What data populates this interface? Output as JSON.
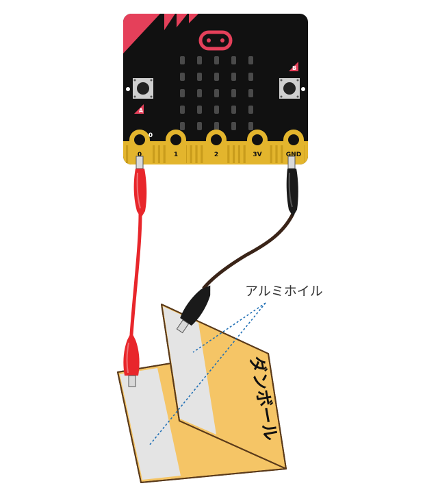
{
  "board": {
    "pins": [
      {
        "label": "0"
      },
      {
        "label": "1"
      },
      {
        "label": "2"
      },
      {
        "label": "3V"
      },
      {
        "label": "GND"
      }
    ],
    "pin0_side_label": "0",
    "button_a_label": "A",
    "button_b_label": "B"
  },
  "callout": {
    "label": "アルミホイル"
  },
  "cardboard": {
    "label": "ダンボール"
  },
  "colors": {
    "board_black": "#111111",
    "board_red": "#e5405a",
    "gold": "#e3b52d",
    "wire_red": "#e8262b",
    "wire_black": "#1a1a1a",
    "wire_dark_brown": "#3a2418",
    "cardboard": "#f5c566",
    "cardboard_edge": "#5a3a1a",
    "foil": "#e4e4e4",
    "dotted_line": "#1f6fb5",
    "led": "#4a4a4a"
  }
}
